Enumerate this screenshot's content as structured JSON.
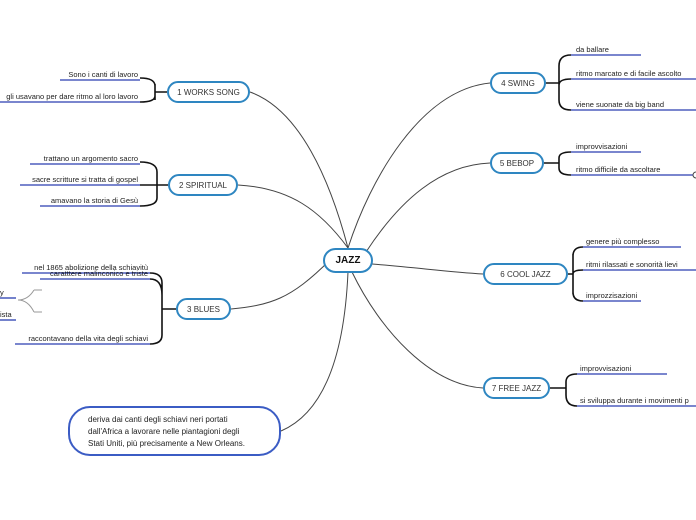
{
  "central": "JAZZ",
  "note": {
    "lines": [
      "deriva dai canti degli schiavi neri portati",
      "dall'Africa a lavorare nelle piantagioni degli",
      "Stati Uniti, più precisamente a New Orleans."
    ]
  },
  "branches": {
    "works_song": {
      "label": "1 WORKS SONG",
      "items": [
        "Sono i canti di lavoro",
        "gli usavano per dare ritmo al loro lavoro"
      ]
    },
    "spiritual": {
      "label": "2 SPIRITUAL",
      "items": [
        "trattano un argomento sacro",
        "sacre scritture si tratta di gospel",
        "amavano la storia di Gesù"
      ]
    },
    "blues": {
      "label": "3 BLUES",
      "items": [
        "nel 1865 abolizione della schiavitù",
        "caratttere malinconico e triste",
        "raccontavano della vita degli schiavi"
      ],
      "sub_items": [
        "y",
        "ista"
      ]
    },
    "swing": {
      "label": "4 SWING",
      "items": [
        "da ballare",
        "ritmo marcato e di facile ascolto",
        "viene suonate da big band"
      ]
    },
    "bebop": {
      "label": "5 BEBOP",
      "items": [
        "improvvisazioni",
        "ritmo difficile da ascoltare"
      ]
    },
    "cool_jazz": {
      "label": "6 COOL JAZZ",
      "items": [
        "genere più complesso",
        "ritmi rilassati e sonorità lievi",
        "improzzisazioni"
      ]
    },
    "free_jazz": {
      "label": "7 FREE JAZZ",
      "items": [
        "improvvisazioni",
        "si sviluppa durante i movimenti p"
      ]
    }
  },
  "colors": {
    "node_border": "#2e86c1",
    "underline": "#2a3fb0",
    "connector": "#444444",
    "note_border": "#3b5cc4"
  }
}
